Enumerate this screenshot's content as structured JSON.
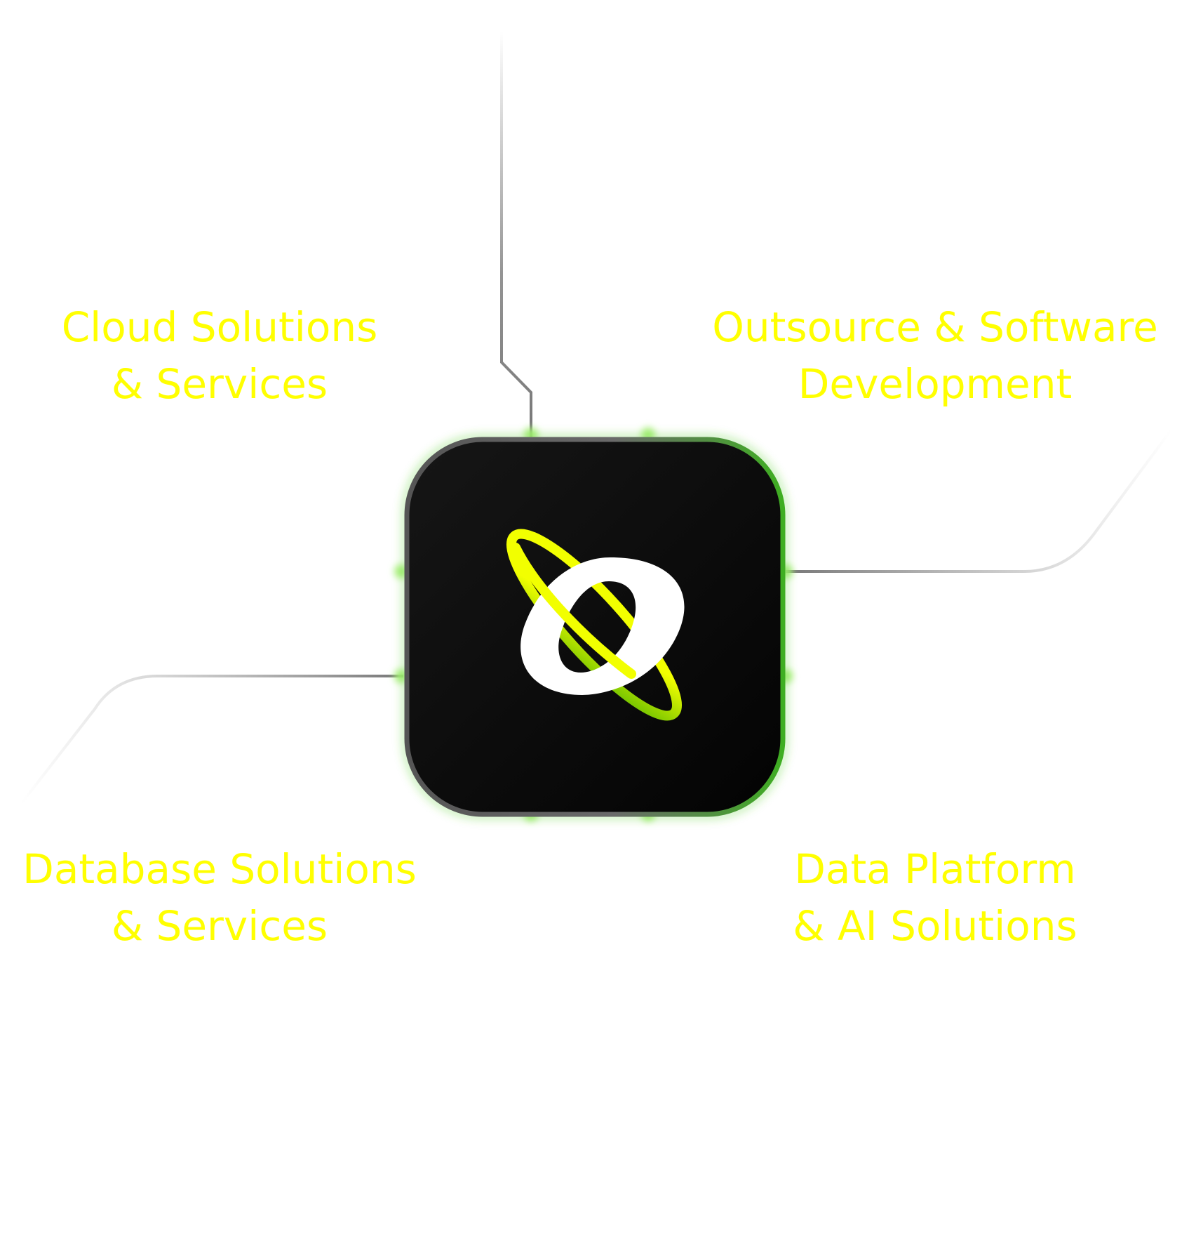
{
  "colors": {
    "label": "#ffff00",
    "accent_green": "#5bbf1a",
    "ring_yellow": "#f2ff00",
    "chip": "#0c0c0c"
  },
  "center": {
    "logo_icon": "planet-q-logo"
  },
  "services": [
    {
      "line1": "Cloud Solutions",
      "line2": "& Services"
    },
    {
      "line1": "Outsource & Software",
      "line2": "Development"
    },
    {
      "line1": "Database Solutions",
      "line2": "& Services"
    },
    {
      "line1": "Data Platform",
      "line2": "& AI Solutions"
    }
  ]
}
